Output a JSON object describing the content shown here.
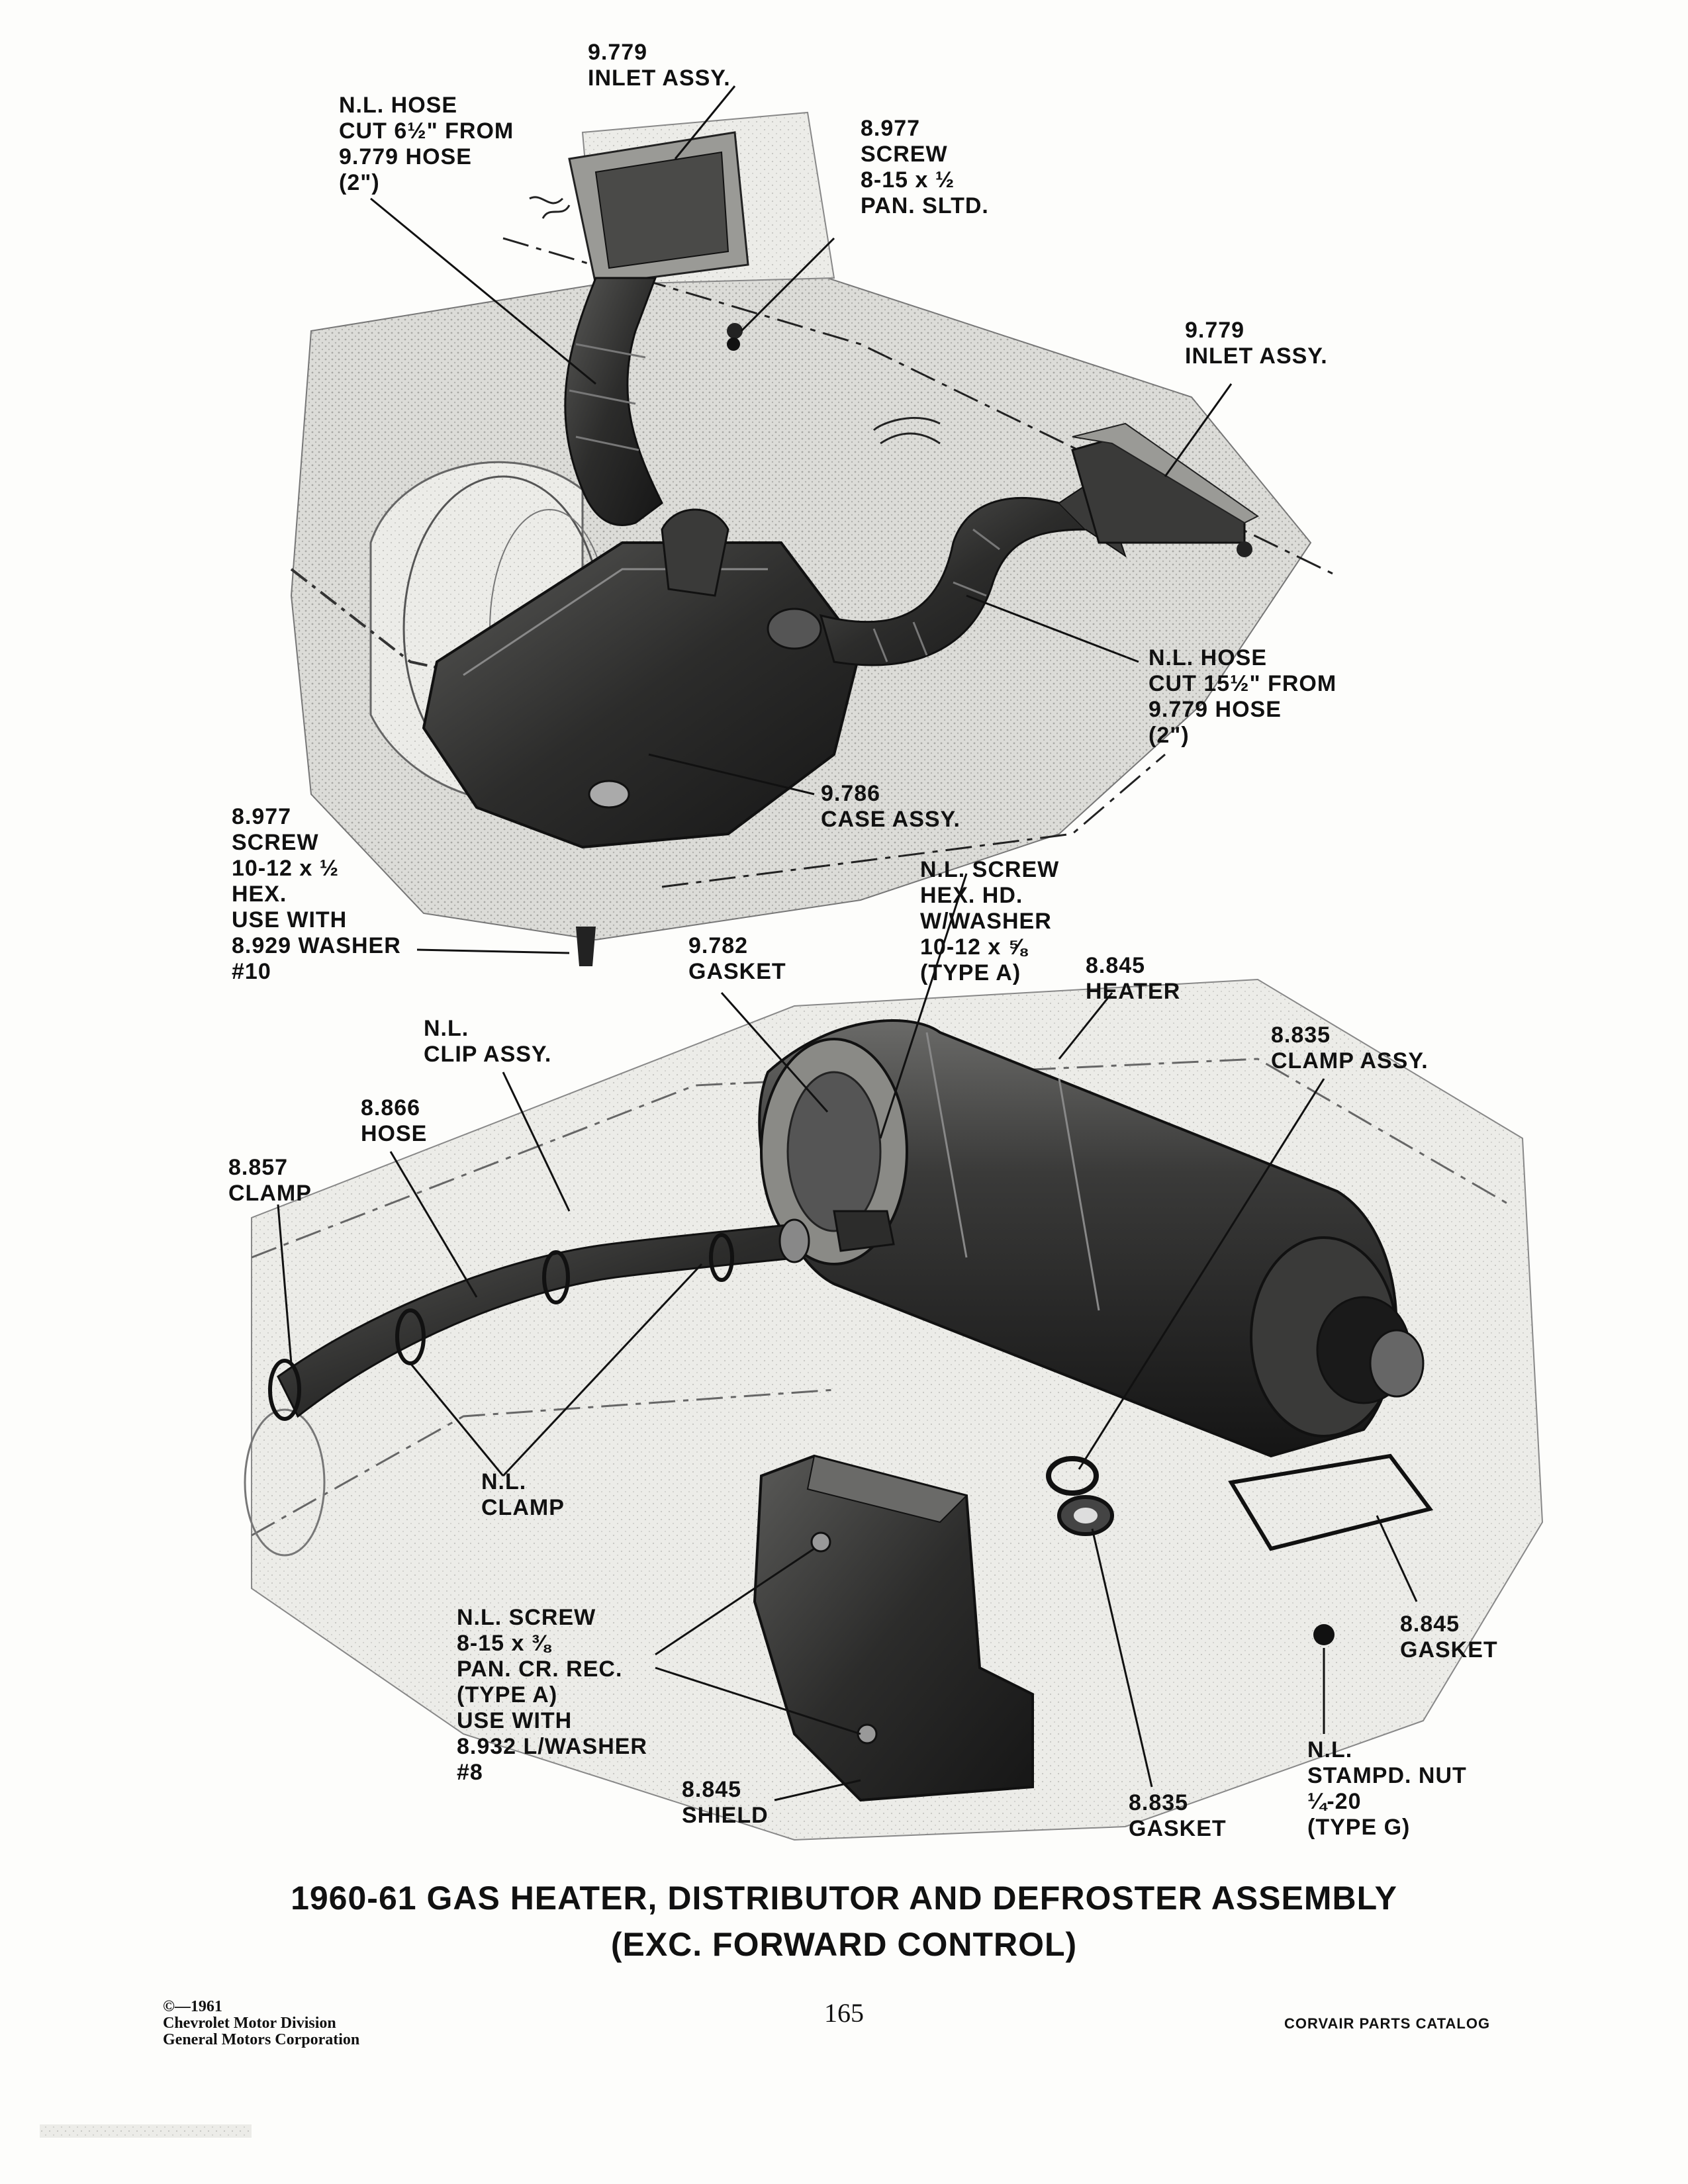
{
  "callouts": {
    "inlet_top": [
      "9.779",
      "INLET ASSY."
    ],
    "hose_6half": [
      "N.L. HOSE",
      "CUT 6½\" FROM",
      "9.779 HOSE",
      "(2\")"
    ],
    "screw_8_15_pan": [
      "8.977",
      "SCREW",
      "8-15 x ½",
      "PAN. SLTD."
    ],
    "inlet_right": [
      "9.779",
      "INLET ASSY."
    ],
    "hose_15half": [
      "N.L. HOSE",
      "CUT 15½\" FROM",
      "9.779 HOSE",
      "(2\")"
    ],
    "case_assy": [
      "9.786",
      "CASE ASSY."
    ],
    "screw_10_12_hex": [
      "8.977",
      "SCREW",
      "10-12 x ½",
      "HEX.",
      "USE WITH",
      "8.929 WASHER",
      "#10"
    ],
    "screw_hex_hd": [
      "N.L. SCREW",
      "HEX. HD.",
      "W/WASHER",
      "10-12 x ⅝",
      "(TYPE A)"
    ],
    "gasket_9782": [
      "9.782",
      "GASKET"
    ],
    "heater": [
      "8.845",
      "HEATER"
    ],
    "clamp_assy": [
      "8.835",
      "CLAMP ASSY."
    ],
    "clip_assy": [
      "N.L.",
      "CLIP ASSY."
    ],
    "hose_8866": [
      "8.866",
      "HOSE"
    ],
    "clamp_8857": [
      "8.857",
      "CLAMP"
    ],
    "nl_clamp": [
      "N.L.",
      "CLAMP"
    ],
    "screw_pan_cr": [
      "N.L. SCREW",
      "8-15 x ⅜",
      "PAN. CR. REC.",
      "(TYPE A)",
      "USE WITH",
      "8.932 L/WASHER",
      "#8"
    ],
    "shield": [
      "8.845",
      "SHIELD"
    ],
    "gasket_8835": [
      "8.835",
      "GASKET"
    ],
    "gasket_8845": [
      "8.845",
      "GASKET"
    ],
    "stampd_nut": [
      "N.L.",
      "STAMPD. NUT",
      "¼-20",
      "(TYPE G)"
    ]
  },
  "title": {
    "line1": "1960-61 GAS HEATER, DISTRIBUTOR AND DEFROSTER ASSEMBLY",
    "line2": "(EXC. FORWARD CONTROL)"
  },
  "footer": {
    "copyright": "©—1961",
    "division": "Chevrolet Motor Division",
    "corporation": "General Motors Corporation",
    "page_number": "165",
    "catalog": "CORVAIR PARTS CATALOG"
  }
}
